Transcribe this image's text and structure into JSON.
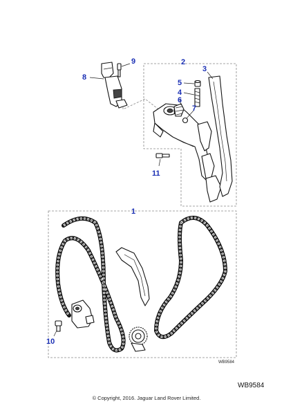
{
  "callouts": {
    "c1": "1",
    "c2": "2",
    "c3": "3",
    "c4": "4",
    "c5": "5",
    "c6": "6",
    "c7": "7",
    "c8": "8",
    "c9": "9",
    "c10": "10",
    "c11": "11"
  },
  "ref_code_small": "WB9584",
  "ref_code": "WB9584",
  "copyright": "© Copyright, 2016. Jaguar Land Rover Limited.",
  "colors": {
    "callout": "#1a2fb4",
    "line": "#111111",
    "dashed_box": "#888888"
  }
}
